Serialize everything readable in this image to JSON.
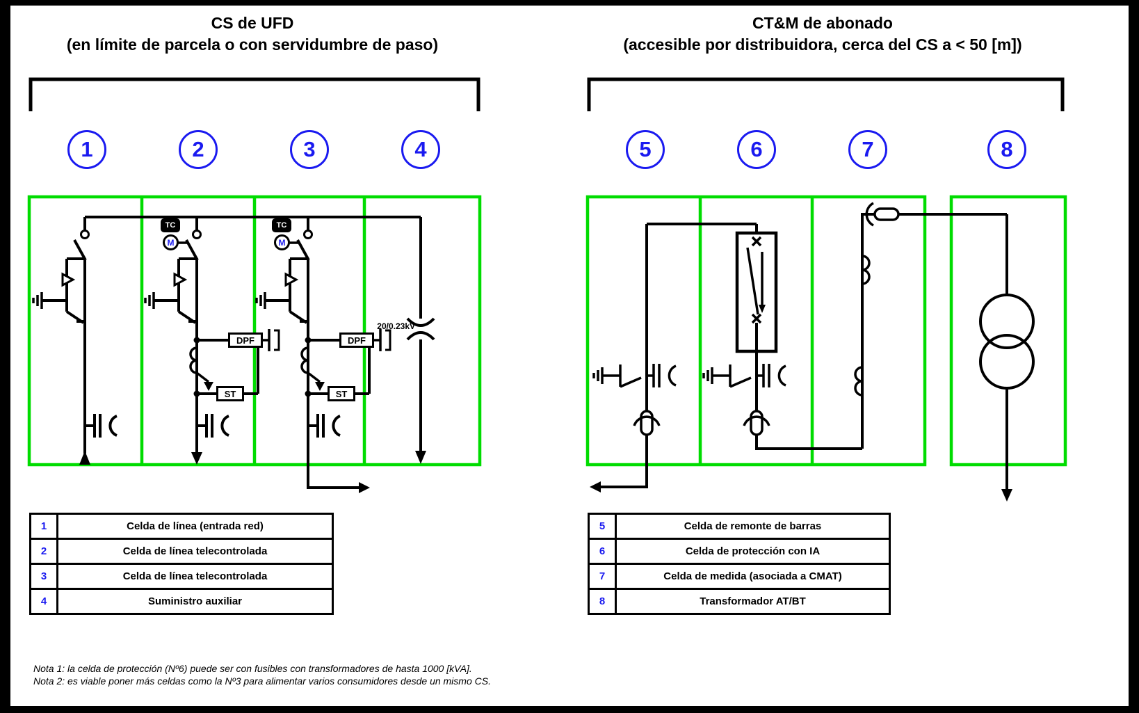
{
  "left_section": {
    "title": "CS de UFD",
    "subtitle": "(en límite de parcela o con servidumbre de paso)"
  },
  "right_section": {
    "title": "CT&M de abonado",
    "subtitle": "(accesible por distribuidora, cerca del CS a < 50 [m])"
  },
  "cells": [
    {
      "num": "1",
      "label": "Celda de línea (entrada red)"
    },
    {
      "num": "2",
      "label": "Celda de línea telecontrolada"
    },
    {
      "num": "3",
      "label": "Celda de línea telecontrolada"
    },
    {
      "num": "4",
      "label": "Suministro auxiliar"
    },
    {
      "num": "5",
      "label": "Celda de remonte de barras"
    },
    {
      "num": "6",
      "label": "Celda de protección con IA"
    },
    {
      "num": "7",
      "label": "Celda de medida (asociada a CMAT)"
    },
    {
      "num": "8",
      "label": "Transformador AT/BT"
    }
  ],
  "symbols": {
    "tc": "TC",
    "m": "M",
    "dpf": "DPF",
    "st": "ST",
    "aux_transformer": "20/0.23kV"
  },
  "notes": [
    "Nota 1: la celda de protección (Nº6) puede ser con fusibles con transformadores de hasta 1000 [kVA].",
    "Nota 2: es viable poner más celdas como la Nº3 para alimentar varios consumidores desde un mismo CS."
  ],
  "colors": {
    "cell_box_green": "#00DC00",
    "accent_blue": "#1A1AF0",
    "line_black": "#000000"
  }
}
